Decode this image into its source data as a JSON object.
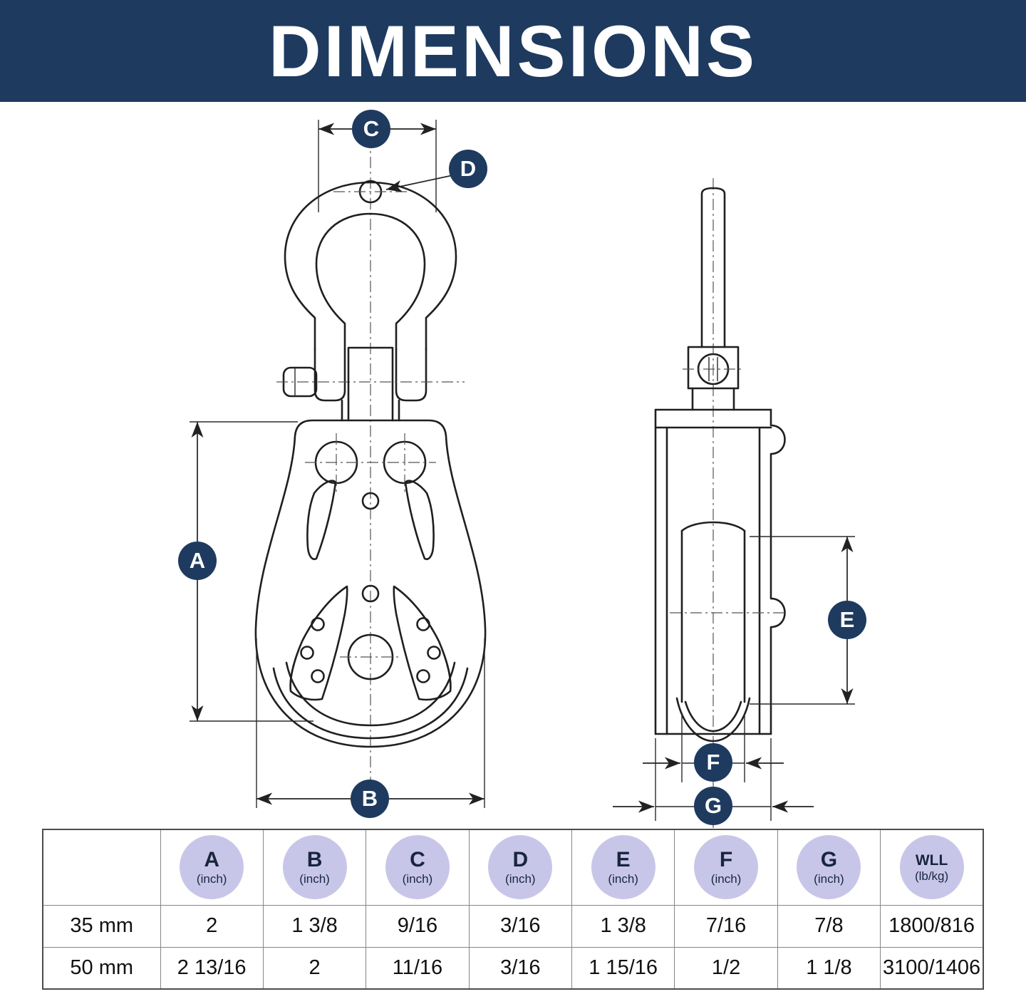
{
  "header": {
    "title": "DIMENSIONS"
  },
  "colors": {
    "banner_navy": "#1e3a5f",
    "badge_navy": "#1e3a5f",
    "header_circle_lavender": "#c8c6e8",
    "line_color": "#1f1f1f"
  },
  "diagram": {
    "badges": {
      "A": "A",
      "B": "B",
      "C": "C",
      "D": "D",
      "E": "E",
      "F": "F",
      "G": "G"
    }
  },
  "table": {
    "columns": [
      {
        "letter": "A",
        "unit": "(inch)"
      },
      {
        "letter": "B",
        "unit": "(inch)"
      },
      {
        "letter": "C",
        "unit": "(inch)"
      },
      {
        "letter": "D",
        "unit": "(inch)"
      },
      {
        "letter": "E",
        "unit": "(inch)"
      },
      {
        "letter": "F",
        "unit": "(inch)"
      },
      {
        "letter": "G",
        "unit": "(inch)"
      },
      {
        "letter": "WLL",
        "unit": "(lb/kg)"
      }
    ],
    "rows": [
      {
        "label": "35 mm",
        "values": [
          "2",
          "1 3/8",
          "9/16",
          "3/16",
          "1 3/8",
          "7/16",
          "7/8",
          "1800/816"
        ]
      },
      {
        "label": "50 mm",
        "values": [
          "2 13/16",
          "2",
          "11/16",
          "3/16",
          "1 15/16",
          "1/2",
          "1 1/8",
          "3100/1406"
        ]
      }
    ]
  }
}
